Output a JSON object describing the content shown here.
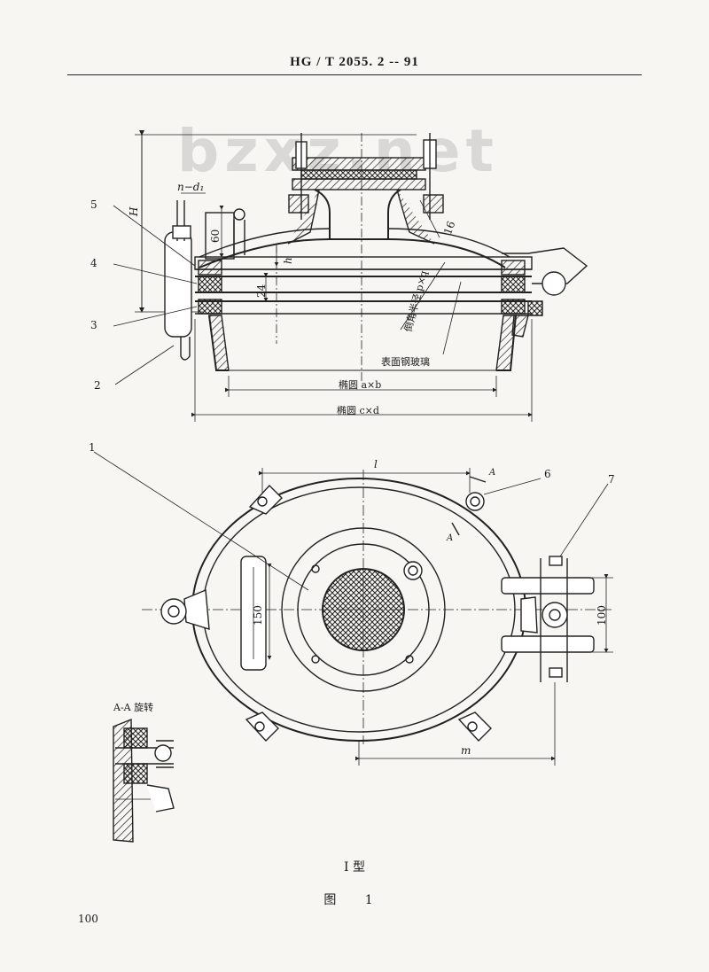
{
  "header": {
    "standard_code": "HG / T 2055. 2 -- 91"
  },
  "watermark": {
    "text": "bzxz.net"
  },
  "section_view": {
    "callouts": [
      "5",
      "4",
      "3",
      "2"
    ],
    "dim_H": "H",
    "dim_n_d1": "n−d₁",
    "dim_60": "60",
    "dim_h": "h",
    "dim_24": "24",
    "dim_16": "16",
    "label_chamfer": "倒角半径 p×q",
    "label_glass": "表面钢玻璃",
    "dim_ab": "椭圆 a×b",
    "dim_cd": "椭圆 c×d"
  },
  "plan_view": {
    "callouts": [
      "1",
      "6",
      "7"
    ],
    "dim_l": "l",
    "dim_150": "150",
    "dim_100": "100",
    "dim_m": "m",
    "section_marker": "A"
  },
  "detail_view": {
    "title": "A-A 旋转"
  },
  "captions": {
    "type": "I 型",
    "figure": "图 1"
  },
  "footer": {
    "page_number": "100"
  }
}
